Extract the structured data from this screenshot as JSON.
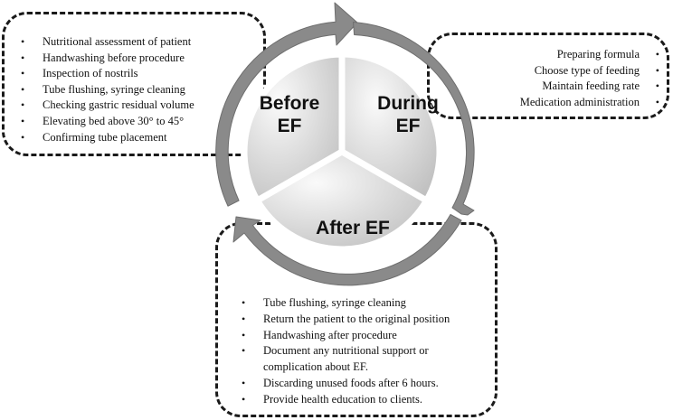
{
  "before": {
    "title_line1": "Before",
    "title_line2": "EF",
    "items": [
      "Nutritional assessment of patient",
      "Handwashing before procedure",
      "Inspection of nostrils",
      "Tube flushing, syringe cleaning",
      "Checking gastric residual volume",
      "Elevating bed above 30° to 45°",
      "Confirming tube placement"
    ]
  },
  "during": {
    "title_line1": "During",
    "title_line2": "EF",
    "items": [
      "Preparing formula",
      "Choose type of feeding",
      "Maintain feeding rate",
      "Medication administration"
    ]
  },
  "after": {
    "title": "After EF",
    "items": [
      "Tube flushing, syringe cleaning",
      "Return the patient to the original position",
      "Handwashing after procedure",
      "Document any nutritional support or",
      "complication about EF.",
      "Discarding unused foods after 6 hours.",
      "Provide health education to clients."
    ]
  },
  "colors": {
    "border": "#1a1a1a",
    "arrow": "#8a8a8a",
    "segment_light": "#fafafa",
    "segment_dark": "#bdbdbd"
  }
}
